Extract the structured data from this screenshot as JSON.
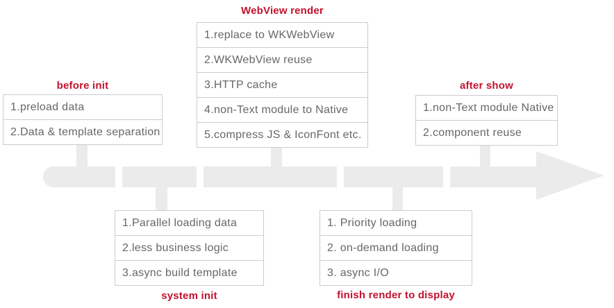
{
  "diagram": {
    "type": "timeline-optimization-diagram",
    "timeline": {
      "direction": "right",
      "tick_count": 4,
      "connector_count": 5
    },
    "colors": {
      "accent_red": "#c3122f",
      "arrow_gray": "#ebebeb",
      "box_border": "#cccccc",
      "box_text": "#666666",
      "tick_white": "#ffffff",
      "background": "#ffffff"
    }
  },
  "groups": [
    {
      "id": "before-init",
      "title": "before init",
      "position": "above-timeline",
      "items": [
        "1.preload data",
        "2.Data & template separation"
      ]
    },
    {
      "id": "webview-render",
      "title": "WebView render",
      "position": "above-timeline",
      "items": [
        "1.replace to WKWebView",
        "2.WKWebView reuse",
        "3.HTTP cache",
        "4.non-Text module to Native",
        "5.compress JS & IconFont etc."
      ]
    },
    {
      "id": "after-show",
      "title": "after show",
      "position": "above-timeline",
      "items": [
        "1.non-Text module Native",
        "2.component reuse"
      ]
    },
    {
      "id": "system-init",
      "title": "system init",
      "position": "below-timeline",
      "items": [
        "1.Parallel loading data",
        "2.less business logic",
        "3.async build template"
      ]
    },
    {
      "id": "finish-render-to-display",
      "title": "finish render to display",
      "position": "below-timeline",
      "items": [
        "1. Priority loading",
        "2. on-demand loading",
        "3. async I/O"
      ]
    }
  ]
}
